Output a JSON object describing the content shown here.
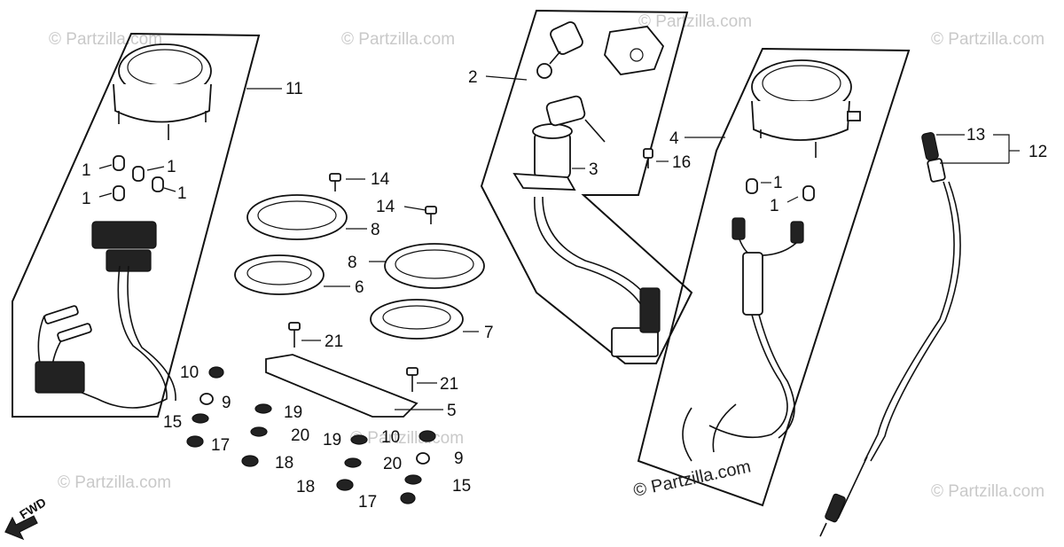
{
  "callouts": {
    "c1a": "1",
    "c1b": "1",
    "c1c": "1",
    "c1d": "1",
    "c1e": "1",
    "c1f": "1",
    "c2": "2",
    "c3": "3",
    "c4": "4",
    "c5": "5",
    "c6": "6",
    "c7": "7",
    "c8a": "8",
    "c8b": "8",
    "c9a": "9",
    "c9b": "9",
    "c10a": "10",
    "c10b": "10",
    "c11": "11",
    "c12": "12",
    "c13": "13",
    "c14a": "14",
    "c14b": "14",
    "c15a": "15",
    "c15b": "15",
    "c16": "16",
    "c17a": "17",
    "c17b": "17",
    "c18a": "18",
    "c18b": "18",
    "c19a": "19",
    "c19b": "19",
    "c20a": "20",
    "c20b": "20",
    "c21a": "21",
    "c21b": "21"
  },
  "fwd_label": "FWD",
  "watermark": "© Partzilla.com",
  "watermark_main": "© Partzilla.com",
  "colors": {
    "line": "#111111",
    "watermark": "#c9c9c9",
    "background": "#ffffff"
  }
}
